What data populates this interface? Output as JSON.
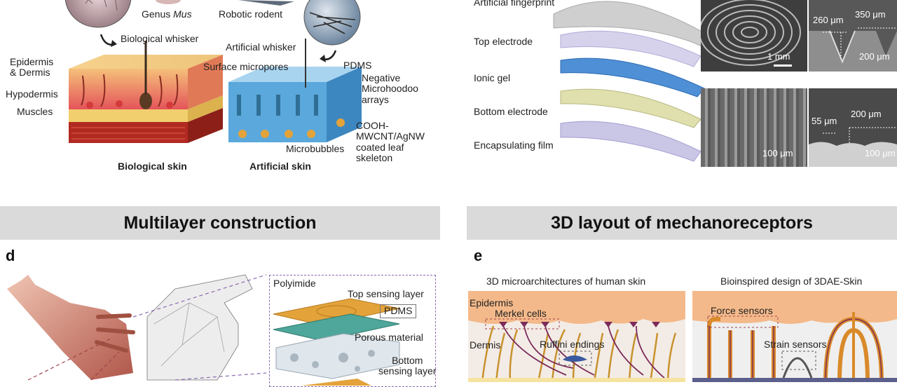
{
  "panel_a": {
    "labels": {
      "genus_prefix": "Genus",
      "genus_name": "Mus",
      "robotic_rodent": "Robotic rodent",
      "biological_whisker": "Biological whisker",
      "artificial_whisker": "Artificial whisker",
      "epidermis_dermis": "Epidermis\n& Dermis",
      "hypodermis": "Hypodermis",
      "muscles": "Muscles",
      "surface_micropores": "Surface micropores",
      "pdms": "PDMS",
      "negative_arrays": "Negative\nMicrohoodoo\narrays",
      "coated_skeleton": "COOH-\nMWCNT/AgNW\ncoated leaf\nskeleton",
      "microbubbles": "Microbubbles",
      "biological_skin": "Biological skin",
      "artificial_skin": "Artificial skin"
    }
  },
  "panel_c": {
    "layers": {
      "fingerprint": "Artificial fingerprint",
      "top_electrode": "Top electrode",
      "ionic_gel": "Ionic gel",
      "bottom_electrode": "Bottom electrode",
      "encapsulating_film": "Encapsulating film"
    },
    "scales": {
      "s1": "1 mm",
      "s2": "260 μm",
      "s3": "350 μm",
      "s4": "200 μm",
      "s5": "100 μm",
      "s6": "55 μm",
      "s7": "200 μm",
      "s8": "100 μm"
    }
  },
  "banners": {
    "left": "Multilayer construction",
    "right": "3D layout of mechanoreceptors"
  },
  "panel_d": {
    "letter": "d",
    "labels": {
      "polyimide": "Polyimide",
      "top_sensing": "Top sensing layer",
      "pdms": "PDMS",
      "porous": "Porous material",
      "bottom_sensing": "Bottom\nsensing layer"
    }
  },
  "panel_e": {
    "letter": "e",
    "left_title": "3D microarchitectures of human skin",
    "right_title": "Bioinspired design of 3DAE-Skin",
    "labels": {
      "epidermis": "Epidermis",
      "merkel": "Merkel cells",
      "dermis": "Dermis",
      "ruffini": "Ruffini endings",
      "force": "Force sensors",
      "strain": "Strain sensors"
    }
  },
  "colors": {
    "banner_bg": "#dadada",
    "skin_top": "#f4b98a",
    "dermis_fiber": "#c8922e",
    "artificial_blue": "#5aa8dc",
    "sensor_orange": "#d98a2a"
  }
}
